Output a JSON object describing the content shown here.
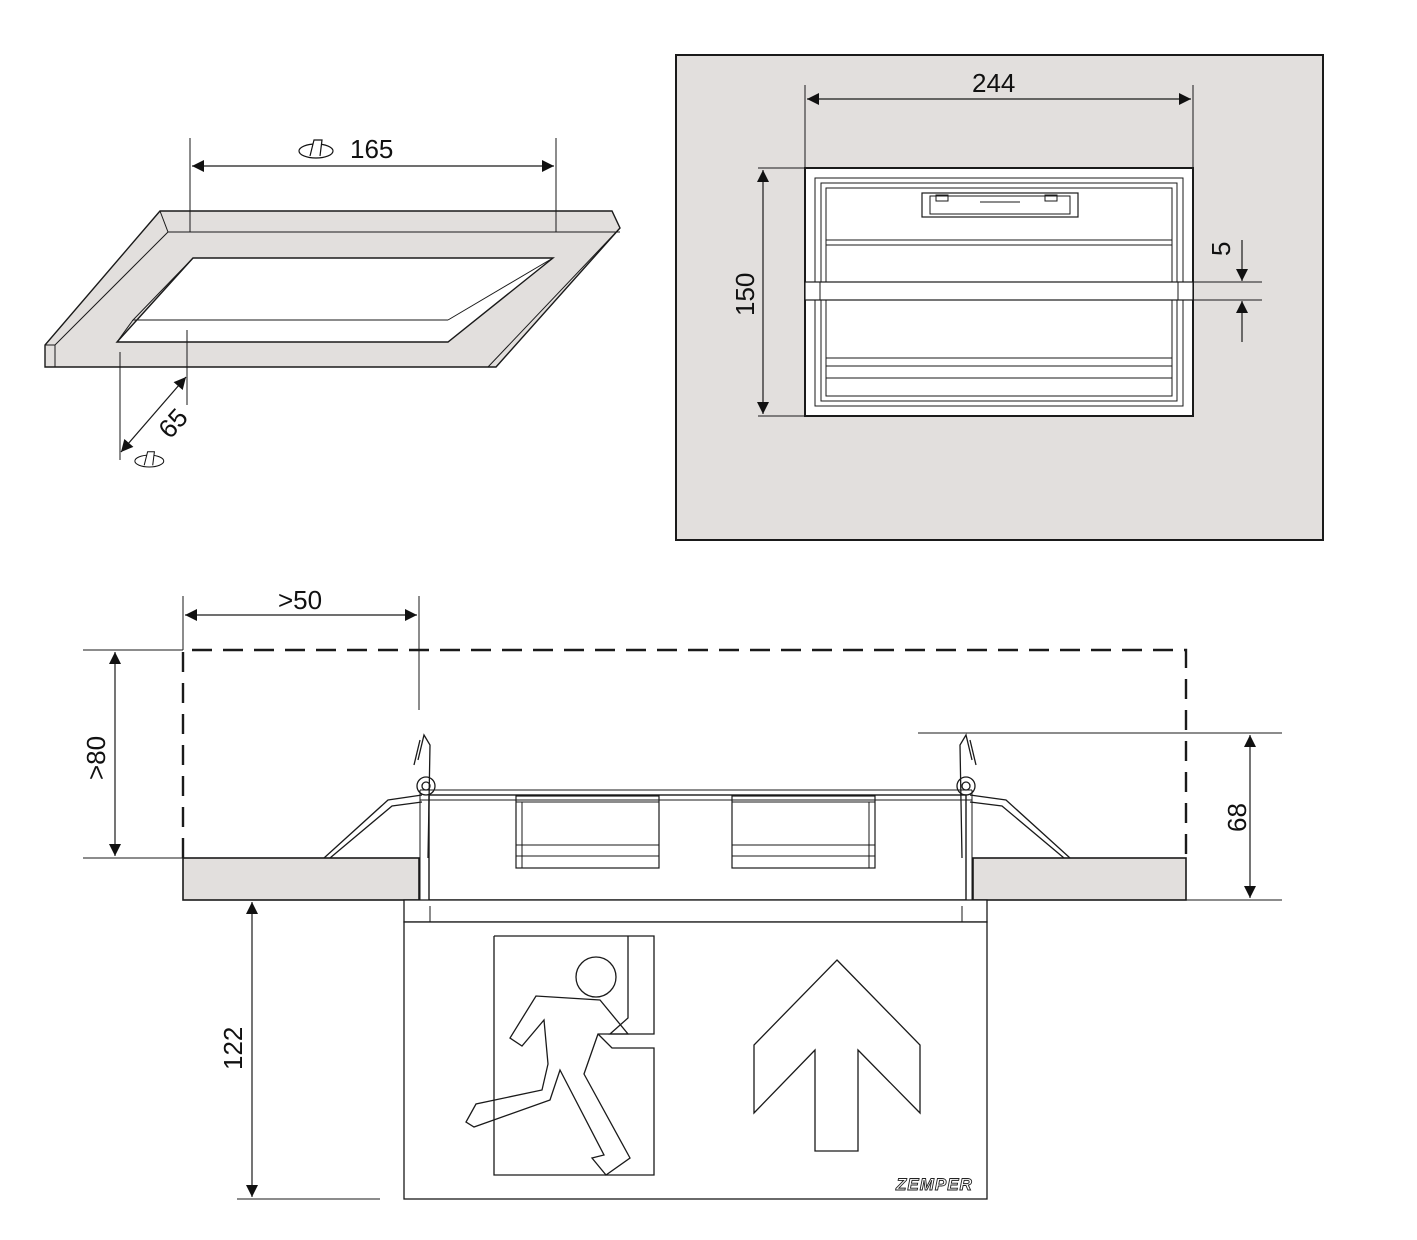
{
  "dimensions": {
    "cutout_length": "165",
    "cutout_width": "65",
    "ceiling_width": "244",
    "ceiling_height": "150",
    "gap": "5",
    "side_clearance": ">50",
    "top_clearance": ">80",
    "recess_depth": "68",
    "sign_height": "122"
  },
  "brand": "ZEMPER",
  "colors": {
    "material": "#e2dfdd",
    "line": "#1a1a1a",
    "background": "#ffffff"
  },
  "icons": {
    "cutout_symbol": "cut-out-symbol-icon",
    "exit_sign": "running-man-icon",
    "direction": "arrow-up-icon"
  }
}
